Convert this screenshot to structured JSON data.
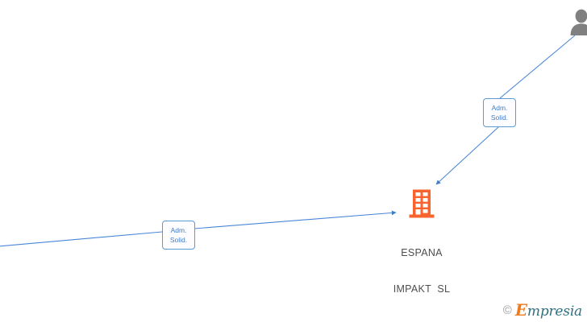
{
  "graph": {
    "background_color": "#ffffff",
    "edge_color": "#4a86d8",
    "nodes": {
      "company": {
        "icon": "building-icon",
        "color": "#f9642e",
        "name_line_1": "ESPANA",
        "name_line_2": "IMPAKT  SL"
      },
      "person": {
        "icon": "person-avatar-icon",
        "color": "#808080"
      }
    },
    "edge_labels": [
      {
        "id": "top-right",
        "line_1": "Adm.",
        "line_2": "Solid.",
        "text_color": "#3d7cc9",
        "border_color": "#5b9bd5"
      },
      {
        "id": "bottom-left",
        "line_1": "Adm.",
        "line_2": "Solid.",
        "text_color": "#3d7cc9",
        "border_color": "#5b9bd5"
      }
    ]
  },
  "watermark": {
    "copyright": "©",
    "brand_initial": "E",
    "brand_rest": "mpresia",
    "initial_color": "#ee7a1e",
    "text_color": "#2f6f7e"
  }
}
